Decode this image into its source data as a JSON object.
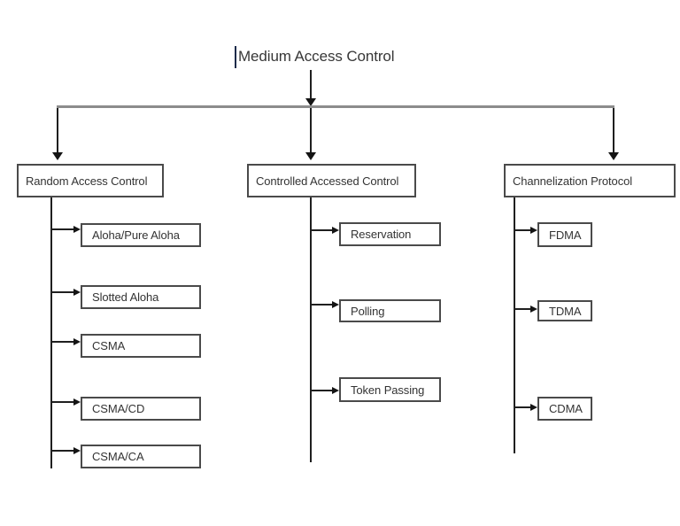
{
  "diagram": {
    "root": "Medium Access Control",
    "branches": [
      {
        "label": "Random Access Control",
        "children": [
          "Aloha/Pure Aloha",
          "Slotted Aloha",
          "CSMA",
          "CSMA/CD",
          "CSMA/CA"
        ]
      },
      {
        "label": "Controlled Accessed Control",
        "children": [
          "Reservation",
          "Polling",
          "Token Passing"
        ]
      },
      {
        "label": "Channelization Protocol",
        "children": [
          "FDMA",
          "TDMA",
          "CDMA"
        ]
      }
    ]
  },
  "icons": {
    "arrowhead_down": "filled-triangle-down",
    "arrowhead_right": "filled-triangle-right",
    "text_cursor": "i-beam-caret"
  },
  "colors": {
    "background": "#ffffff",
    "box_border": "#4a4a4a",
    "text": "#333333",
    "connector_horizontal": "#8c8c8c",
    "connector_line": "#1f1f1f",
    "text_cursor": "#1c2b4a"
  }
}
